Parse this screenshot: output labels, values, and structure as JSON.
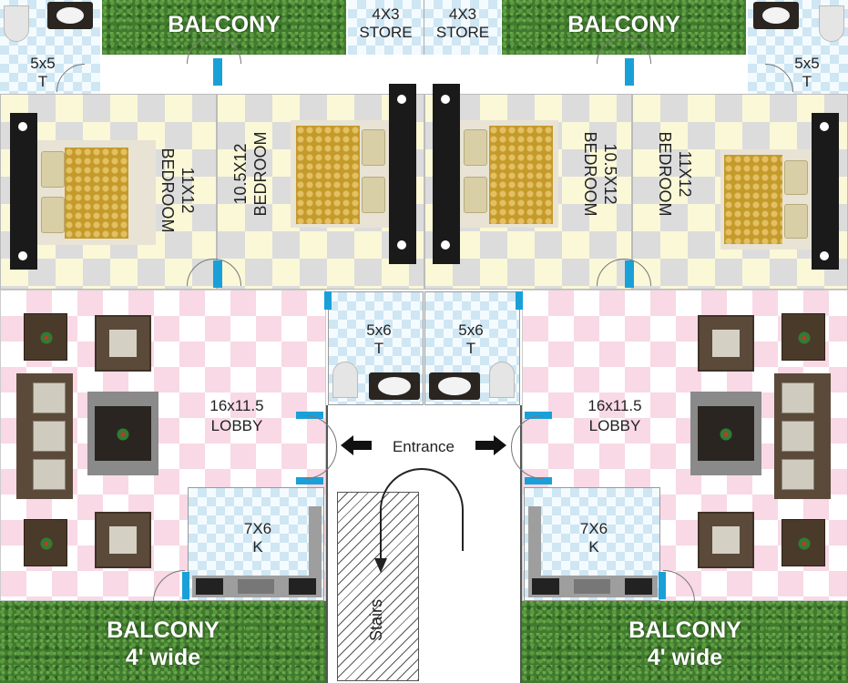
{
  "rooms": {
    "balcony_top_left": "BALCONY",
    "balcony_top_right": "BALCONY",
    "store_left": [
      "4X3",
      "STORE"
    ],
    "store_right": [
      "4X3",
      "STORE"
    ],
    "toilet_corner_left": [
      "5x5",
      "T"
    ],
    "toilet_corner_right": [
      "5x5",
      "T"
    ],
    "bedroom_1": [
      "11X12",
      "BEDROOM"
    ],
    "bedroom_2": [
      "10.5X12",
      "BEDROOM"
    ],
    "bedroom_3": [
      "10.5X12",
      "BEDROOM"
    ],
    "bedroom_4": [
      "11X12",
      "BEDROOM"
    ],
    "toilet_mid_left": [
      "5x6",
      "T"
    ],
    "toilet_mid_right": [
      "5x6",
      "T"
    ],
    "lobby_left": [
      "16x11.5",
      "LOBBY"
    ],
    "lobby_right": [
      "16x11.5",
      "LOBBY"
    ],
    "entrance": "Entrance",
    "kitchen_left": [
      "7X6",
      "K"
    ],
    "kitchen_right": [
      "7X6",
      "K"
    ],
    "stairs": "Stairs",
    "balcony_bottom_left": [
      "BALCONY",
      "4' wide"
    ],
    "balcony_bottom_right": [
      "BALCONY",
      "4' wide"
    ]
  },
  "colors": {
    "grass": "#3f7a2e",
    "door_frame": "#1aa0d8",
    "lobby_pink": "#f8d9e5",
    "bedroom_yellow": "#fbf8d8",
    "wet_area_blue": "#cfe6f3"
  }
}
